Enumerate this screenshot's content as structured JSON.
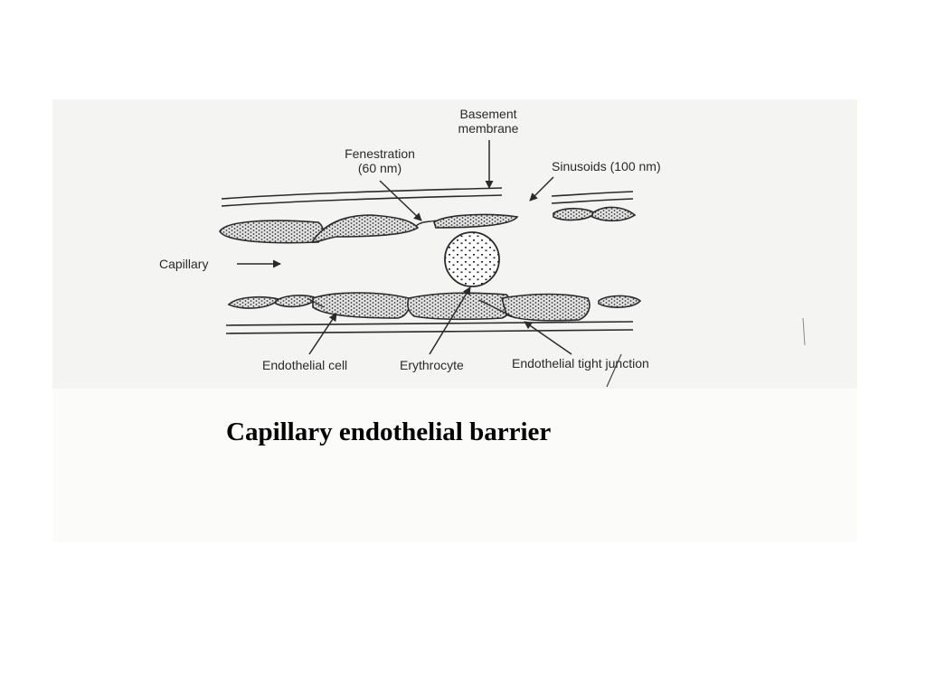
{
  "diagram": {
    "labels": {
      "basement_membrane_l1": "Basement",
      "basement_membrane_l2": "membrane",
      "fenestration_l1": "Fenestration",
      "fenestration_l2": "(60 nm)",
      "sinusoids": "Sinusoids (100 nm)",
      "capillary": "Capillary",
      "endothelial_cell": "Endothelial cell",
      "erythrocyte": "Erythrocyte",
      "tight_junction": "Endothelial tight junction"
    },
    "colors": {
      "paper": "#f4f4f2",
      "ink": "#2a2a2a",
      "cell_fill": "#d9d9d9"
    }
  },
  "caption": "Capillary endothelial barrier"
}
